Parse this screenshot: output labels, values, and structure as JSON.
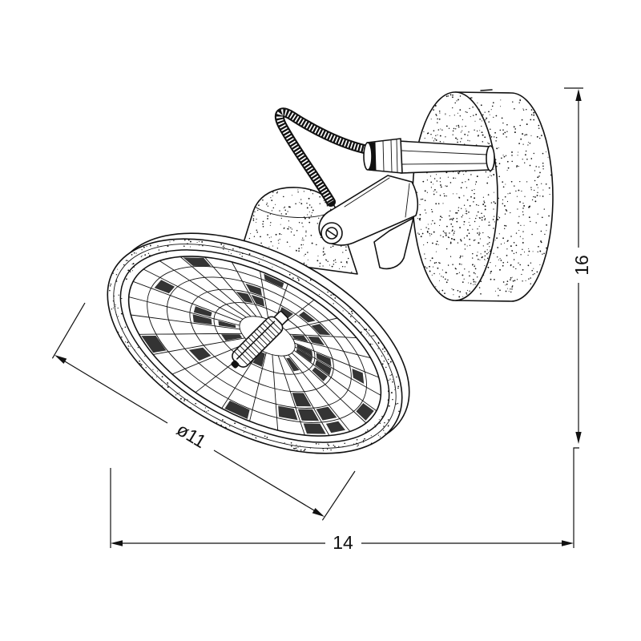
{
  "dimensions": {
    "diameter": "ø11",
    "width": "14",
    "height": "16"
  },
  "colors": {
    "ink": "#111111",
    "paper": "#ffffff"
  }
}
